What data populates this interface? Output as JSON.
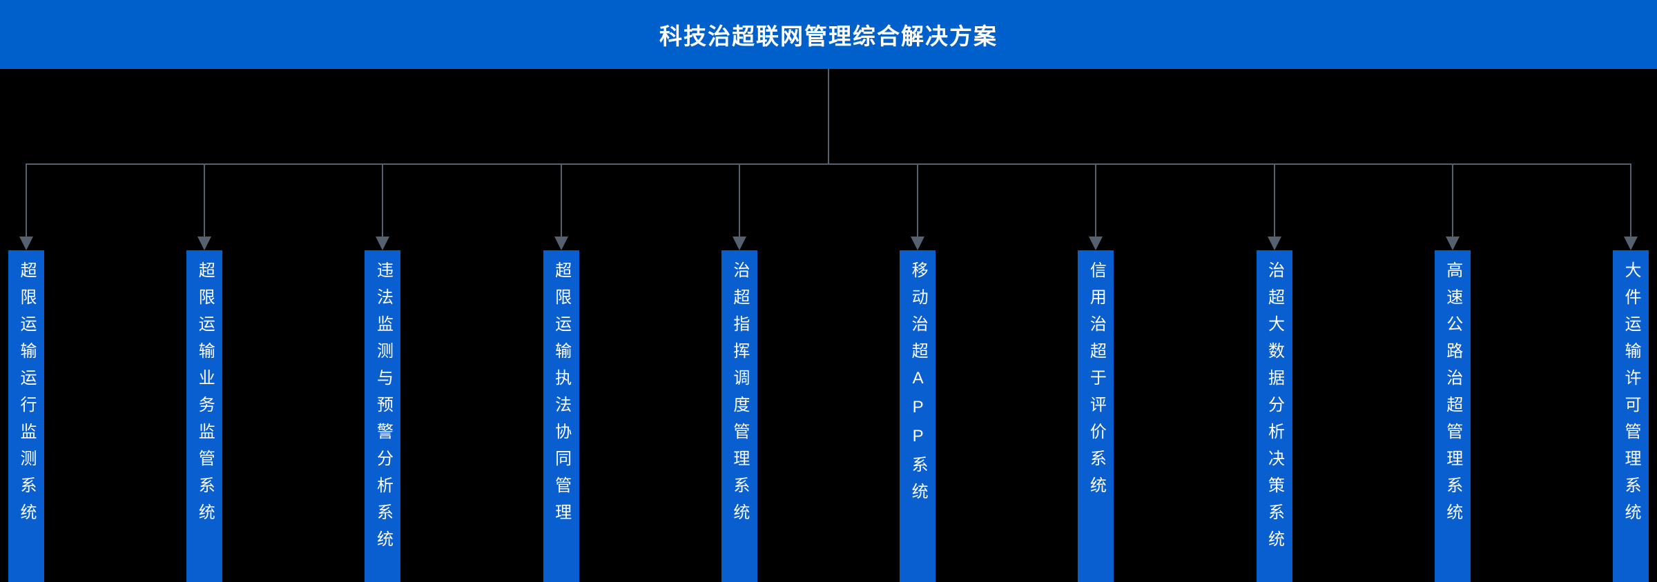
{
  "header": {
    "title": "科技治超联网管理综合解决方案"
  },
  "colors": {
    "background": "#000000",
    "banner": "#0060cb",
    "box": "#0a5fd0",
    "connector_line": "#55616e",
    "text": "#ffffff"
  },
  "systems": [
    "超限运输运行监测系统",
    "超限运输业务监管系统",
    "违法监测与预警分析系统",
    "超限运输执法协同管理",
    "治超指挥调度管理系统",
    "移动治超APP系统",
    "信用治超于评价系统",
    "治超大数据分析决策系统",
    "高速公路治超管理系统",
    "大件运输许可管理系统"
  ]
}
